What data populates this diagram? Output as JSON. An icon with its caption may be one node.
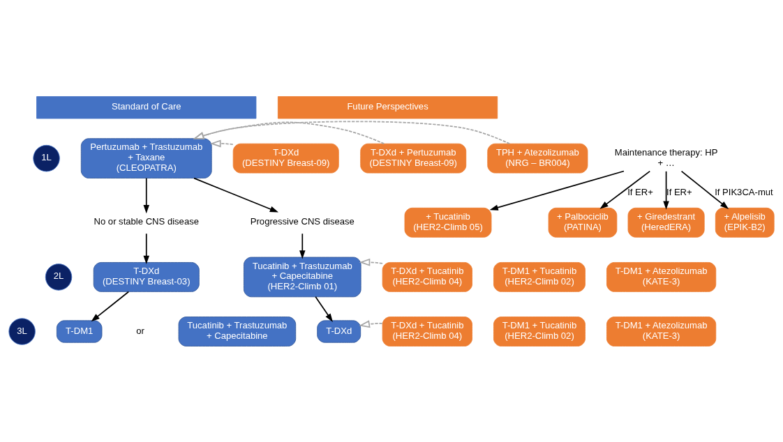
{
  "diagram": {
    "nodes": [
      {
        "text": [
          "Standard of Care"
        ]
      },
      {
        "text": [
          "Future Perspectives"
        ]
      },
      {
        "text": [
          "1L"
        ]
      },
      {
        "text": [
          "Pertuzumab + Trastuzumab + Taxane",
          "(CLEOPATRA)"
        ]
      },
      {
        "text": [
          "No or stable CNS disease"
        ]
      },
      {
        "text": [
          "Progressive CNS disease"
        ]
      },
      {
        "text": [
          "2L"
        ]
      },
      {
        "text": [
          "T-DXd",
          "(DESTINY Breast-03)"
        ]
      },
      {
        "text": [
          "Tucatinib + Trastuzumab + Capecitabine",
          "(HER2-Climb 01)"
        ]
      },
      {
        "text": [
          "3L"
        ]
      },
      {
        "text": [
          "T-DM1"
        ]
      },
      {
        "text": [
          "Tucatinib + Trastuzumab + Capecitabine"
        ]
      },
      {
        "text": [
          "T-DXd"
        ]
      },
      {
        "text": [
          "T-DXd",
          "(DESTINY Breast-09)"
        ]
      },
      {
        "text": [
          "T-DXd + Pertuzumab",
          "(DESTINY Breast-09)"
        ]
      },
      {
        "text": [
          "TPH + Atezolizumab",
          "(NRG – BR004)"
        ]
      },
      {
        "text": [
          "Maintenance therapy: HP + …"
        ]
      },
      {
        "text": [
          "+ Tucatinib",
          "(HER2-Climb 05)"
        ]
      },
      {
        "text": [
          "+ Palbociclib",
          "(PATINA)"
        ]
      },
      {
        "text": [
          "+ Giredestrant",
          "(HeredERA)"
        ]
      },
      {
        "text": [
          "+ Alpelisib",
          "(EPIK-B2)"
        ]
      },
      {
        "text": [
          "T-DXd + Tucatinib",
          "(HER2-Climb 04)"
        ]
      },
      {
        "text": [
          "T-DM1 + Tucatinib",
          "(HER2-Climb 02)"
        ]
      },
      {
        "text": [
          "T-DM1 + Atezolizumab",
          "(KATE-3)"
        ]
      },
      {
        "text": [
          "T-DXd + Tucatinib",
          "(HER2-Climb 04)"
        ]
      },
      {
        "text": [
          "T-DM1 + Tucatinib",
          "(HER2-Climb 02)"
        ]
      },
      {
        "text": [
          "T-DM1 + Atezolizumab",
          "(KATE-3)"
        ]
      }
    ],
    "edges": [
      {
        "from": 3,
        "to": 4,
        "arrow": "to"
      },
      {
        "from": 3,
        "to": 5,
        "arrow": "to"
      },
      {
        "from": 4,
        "to": 7,
        "arrow": "to"
      },
      {
        "from": 5,
        "to": 8,
        "arrow": "to"
      },
      {
        "from": 7,
        "to": 10,
        "arrow": "to"
      },
      {
        "from": 8,
        "to": 12,
        "arrow": "to"
      },
      {
        "from": 13,
        "to": 3,
        "arrow": "to",
        "style": "dashed",
        "color": "#a6a6a6"
      },
      {
        "from": 14,
        "to": 3,
        "arrow": "to",
        "style": "dashed",
        "color": "#a6a6a6"
      },
      {
        "from": 15,
        "to": 3,
        "arrow": "to",
        "style": "dashed",
        "color": "#a6a6a6"
      },
      {
        "from": 16,
        "to": 17,
        "arrow": "to"
      },
      {
        "from": 16,
        "to": 18,
        "arrow": "to",
        "label": "If ER+"
      },
      {
        "from": 16,
        "to": 19,
        "arrow": "to",
        "label": "If ER+"
      },
      {
        "from": 16,
        "to": 20,
        "arrow": "to",
        "label": "If PIK3CA-mut"
      },
      {
        "from": 21,
        "to": 8,
        "arrow": "to",
        "style": "dashed",
        "color": "#a6a6a6"
      },
      {
        "from": 24,
        "to": 12,
        "arrow": "to",
        "style": "dashed",
        "color": "#a6a6a6"
      }
    ],
    "labels": [
      "or"
    ]
  }
}
